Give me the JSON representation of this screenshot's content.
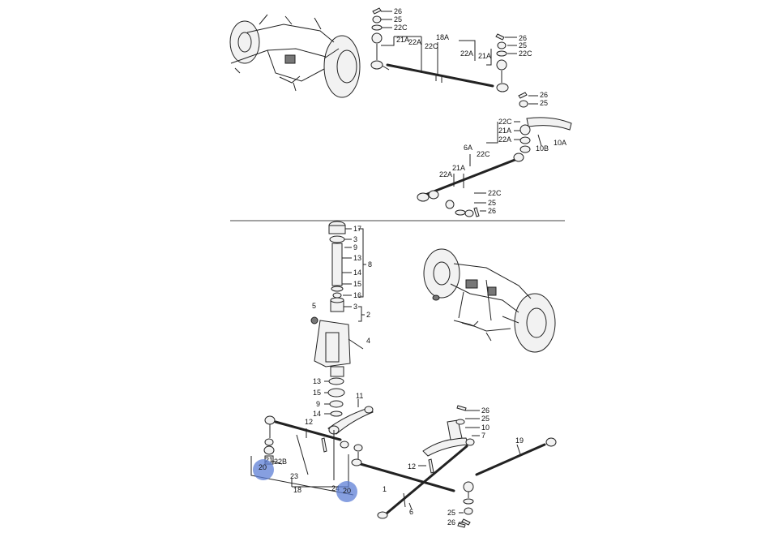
{
  "top_labels": {
    "r26a": "26",
    "r25a": "25",
    "r22ca": "22C",
    "r21aa": "21A",
    "r22aa": "22A",
    "r22cb": "22C",
    "r18a": "18A",
    "r26b": "26",
    "r25b": "25",
    "r22cc": "22C",
    "r22ab": "22A",
    "r21ab": "21A",
    "r26c": "26",
    "r25c": "25",
    "r22cd": "22C",
    "r21ac": "21A",
    "r22ac": "22A",
    "r10b": "10B",
    "r10a": "10A",
    "r6a": "6A",
    "r22ce": "22C",
    "r21ad": "21A",
    "r22ad": "22A",
    "r22cf": "22C",
    "r25d": "25",
    "r26d": "26"
  },
  "middle_labels": {
    "m17": "17",
    "m3a": "3",
    "m9a": "9",
    "m13a": "13",
    "m8": "8",
    "m14a": "14",
    "m15a": "15",
    "m16": "16",
    "m5": "5",
    "m3b": "3",
    "m2": "2",
    "m4": "4",
    "m13b": "13",
    "m15b": "15",
    "m9b": "9",
    "m14b": "14"
  },
  "bottom_labels": {
    "b11": "11",
    "b12a": "12",
    "b26a": "26",
    "b25a": "25",
    "b10": "10",
    "b7": "7",
    "b19": "19",
    "b21": "21",
    "b22b": "22B",
    "b20a": "20",
    "b23": "23",
    "b18": "18",
    "b24": "24",
    "b20b": "20",
    "b12b": "12",
    "b1": "1",
    "b6": "6",
    "b25b": "25",
    "b26b": "26"
  },
  "highlight_color": "#5d7fd6"
}
